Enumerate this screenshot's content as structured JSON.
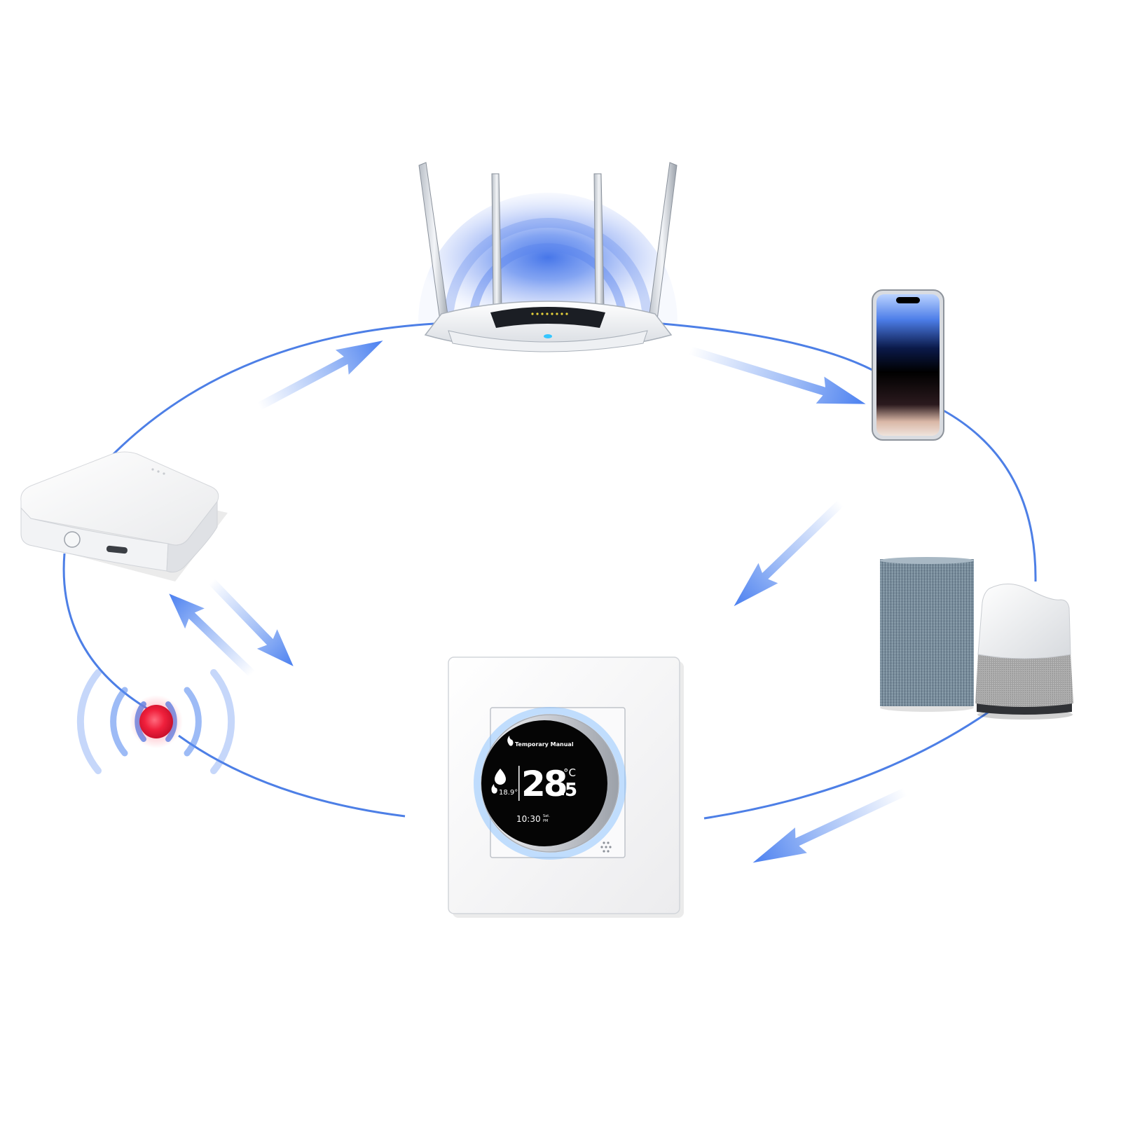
{
  "colors": {
    "loop_line": "#4d7fe6",
    "arrow_fill": "#5b8df0",
    "signal_ring": "#5b8df0",
    "sensor_dot": "#f0203c",
    "router_wave": "#3f6fe4",
    "halo": "#8fc4ff"
  },
  "thermostat": {
    "mode_label": "Temporary Manual",
    "temp_main": "28",
    "temp_decimal": "5",
    "temp_unit": "°C",
    "humidity": "18.9°",
    "time": "10:30",
    "day": "Sat.",
    "ampm": "PM"
  }
}
